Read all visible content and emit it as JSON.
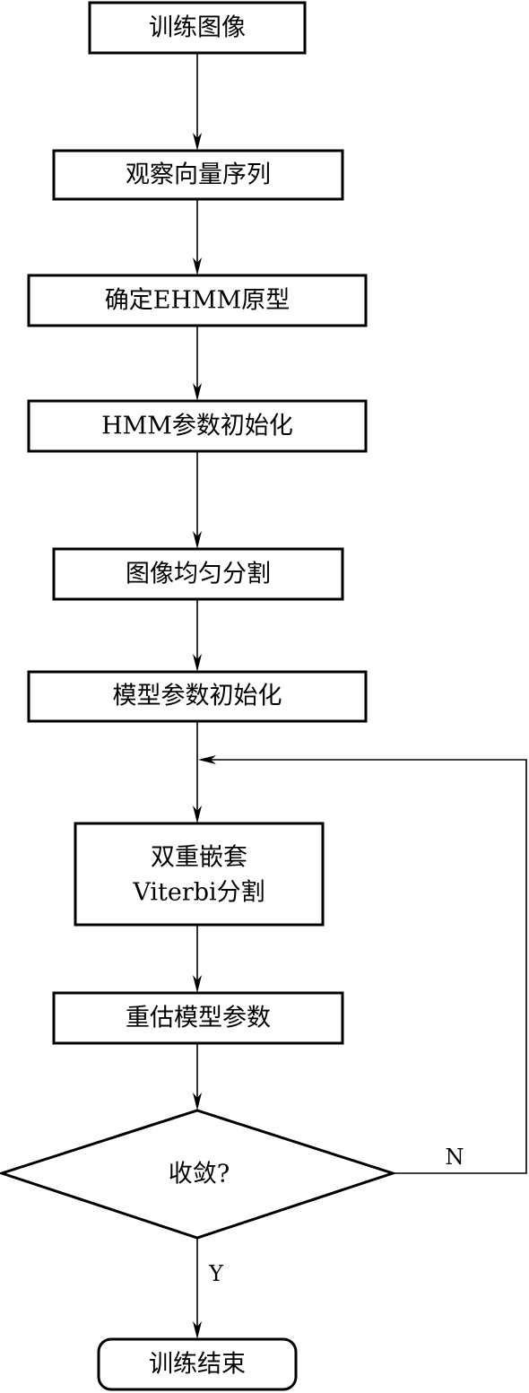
{
  "nodes": {
    "train_image": "训练图像",
    "observation_sequence": "观察向量序列",
    "determine_ehmm": "确定EHMM原型",
    "hmm_param_init": "HMM参数初始化",
    "uniform_split": "图像均匀分割",
    "model_param_init": "模型参数初始化",
    "viterbi_line1": "双重嵌套",
    "viterbi_line2": "Viterbi分割",
    "reestimate": "重估模型参数",
    "converge": "收敛?",
    "train_end": "训练结束"
  },
  "edges": {
    "no": "N",
    "yes": "Y"
  }
}
